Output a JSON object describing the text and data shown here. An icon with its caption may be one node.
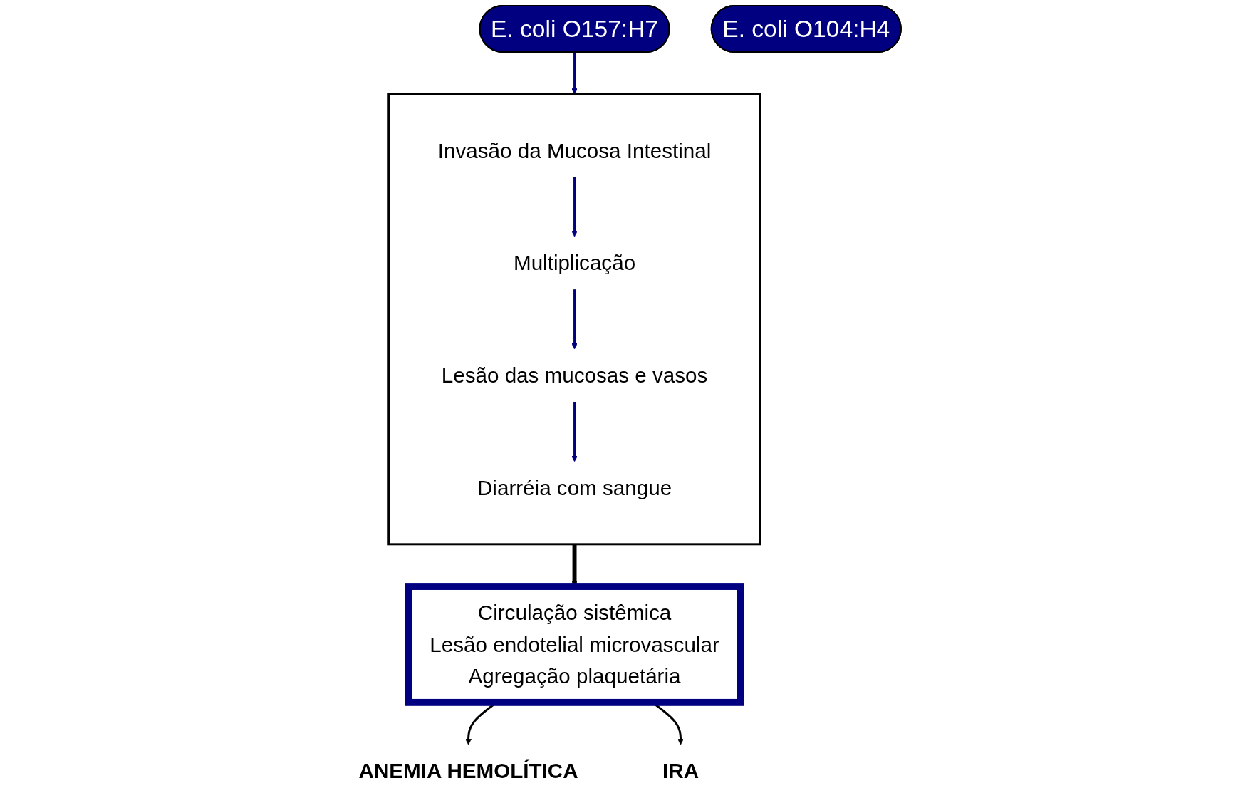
{
  "diagram": {
    "nodes": [
      {
        "text": [
          "E. coli O157:H7"
        ]
      },
      {
        "text": [
          "E. coli O104:H4"
        ]
      },
      {
        "text": [],
        "shape": "box"
      },
      {
        "text": [
          "Invasão da Mucosa Intestinal"
        ],
        "in": 2
      },
      {
        "text": [
          "Multiplicação"
        ],
        "in": 2
      },
      {
        "text": [
          "Lesão das mucosas e vasos"
        ],
        "in": 2
      },
      {
        "text": [
          "Diarréia com sangue"
        ],
        "in": 2
      },
      {
        "text": [
          "Circulação sistêmica",
          "Lesão endotelial microvascular",
          "Agregação plaquetária"
        ]
      },
      {
        "text": [
          "ANEMIA HEMOLÍTICA"
        ]
      },
      {
        "text": [
          "IRA"
        ]
      }
    ],
    "edges": [
      {
        "from": 0,
        "to": 2,
        "arrow": "to"
      },
      {
        "from": 3,
        "to": 4,
        "arrow": "to"
      },
      {
        "from": 4,
        "to": 5,
        "arrow": "to"
      },
      {
        "from": 5,
        "to": 6,
        "arrow": "to"
      },
      {
        "from": 2,
        "to": 7,
        "arrow": "to",
        "style": "thick",
        "color": "#000000"
      },
      {
        "from": 7,
        "to": 8,
        "arrow": "to",
        "color": "#000000"
      },
      {
        "from": 7,
        "to": 9,
        "arrow": "to",
        "color": "#000000"
      }
    ]
  }
}
